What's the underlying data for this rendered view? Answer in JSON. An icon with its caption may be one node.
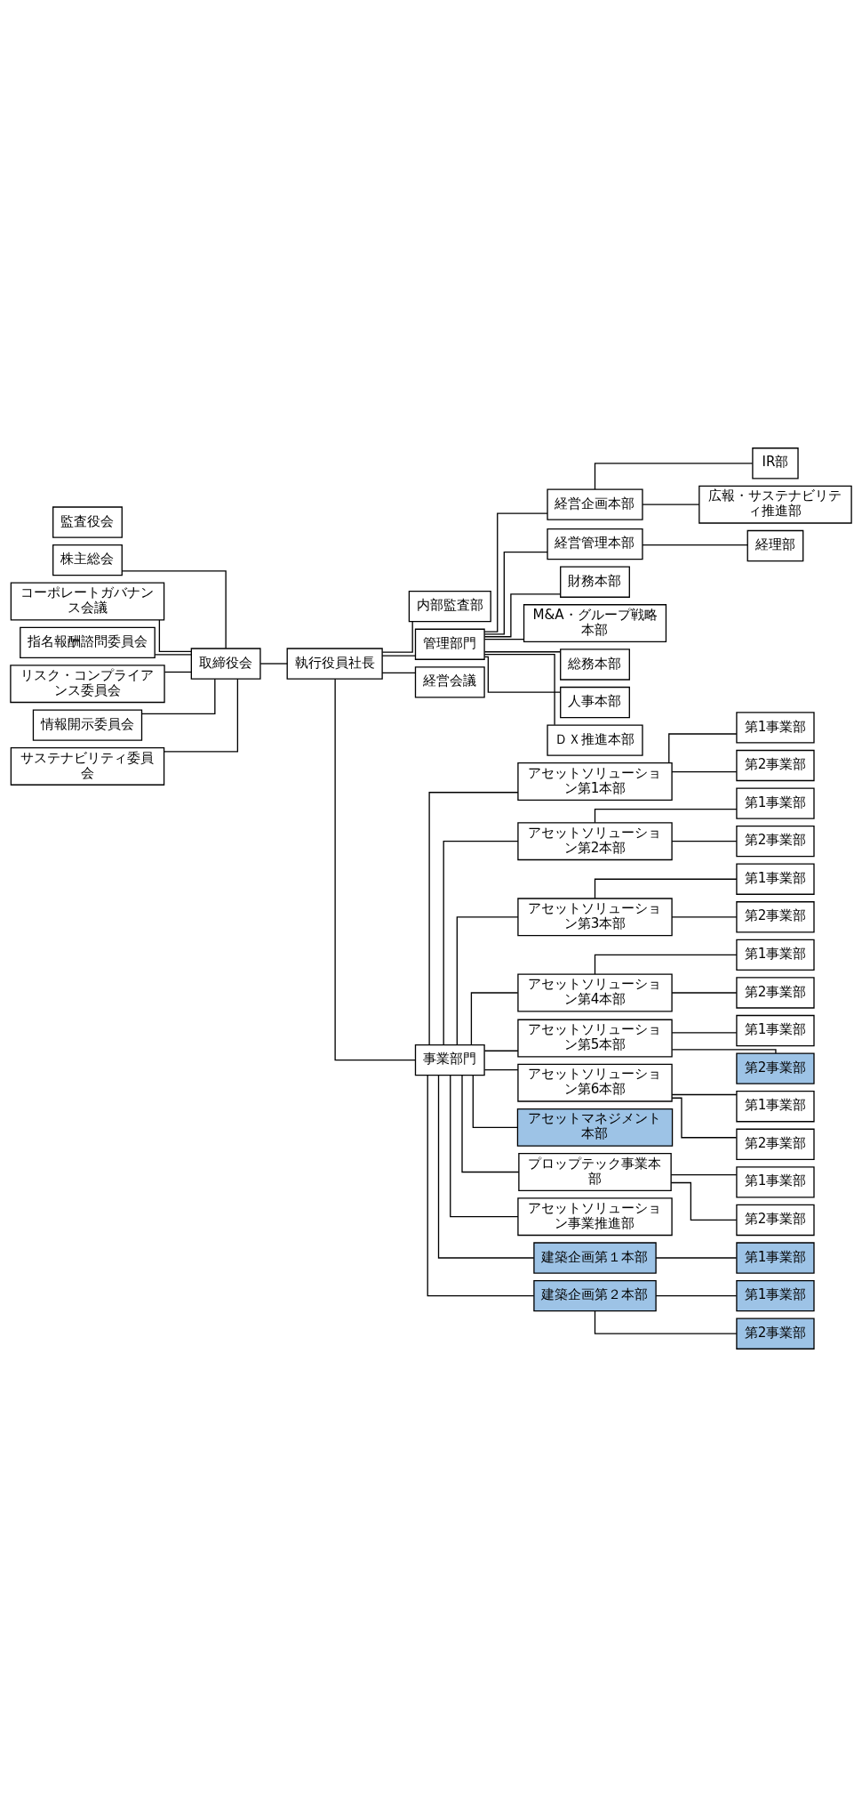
{
  "diagram": {
    "nodes": [
      {
        "text": [
          "株主総会"
        ]
      },
      {
        "text": [
          "監査役会"
        ]
      },
      {
        "text": [
          "内部監査部"
        ]
      },
      {
        "text": [
          "取締役会"
        ]
      },
      {
        "text": [
          "コーポレートガバナンス会議"
        ]
      },
      {
        "text": [
          "指名報酬諮問委員会"
        ]
      },
      {
        "text": [
          "リスク・コンプライアンス委員会"
        ]
      },
      {
        "text": [
          "情報開示委員会"
        ]
      },
      {
        "text": [
          "サステナビリティ委員会"
        ]
      },
      {
        "text": [
          "執行役員社長"
        ]
      },
      {
        "text": [
          "管理部門"
        ]
      },
      {
        "text": [
          "経営会議"
        ]
      },
      {
        "text": [
          "事業部門"
        ]
      },
      {
        "text": [
          "経営企画本部"
        ]
      },
      {
        "text": [
          "IR部"
        ]
      },
      {
        "text": [
          "広報・サステナビリティ推進部"
        ]
      },
      {
        "text": [
          "経営管理本部"
        ]
      },
      {
        "text": [
          "経理部"
        ]
      },
      {
        "text": [
          "財務本部"
        ]
      },
      {
        "text": [
          "M&A・グループ戦略本部"
        ]
      },
      {
        "text": [
          "総務本部"
        ]
      },
      {
        "text": [
          "人事本部"
        ]
      },
      {
        "text": [
          "ＤＸ推進本部"
        ]
      },
      {
        "text": [
          "アセットソリューション第1本部"
        ]
      },
      {
        "text": [
          "第1事業部"
        ]
      },
      {
        "text": [
          "第2事業部"
        ]
      },
      {
        "text": [
          "アセットソリューション第2本部"
        ]
      },
      {
        "text": [
          "第1事業部"
        ]
      },
      {
        "text": [
          "第2事業部"
        ]
      },
      {
        "text": [
          "アセットソリューション第3本部"
        ]
      },
      {
        "text": [
          "第1事業部"
        ]
      },
      {
        "text": [
          "第2事業部"
        ]
      },
      {
        "text": [
          "アセットソリューション第4本部"
        ]
      },
      {
        "text": [
          "第1事業部"
        ]
      },
      {
        "text": [
          "第2事業部"
        ]
      },
      {
        "text": [
          "アセットソリューション第5本部"
        ]
      },
      {
        "text": [
          "第1事業部"
        ]
      },
      {
        "text": [
          "第2事業部"
        ]
      },
      {
        "text": [
          "アセットソリューション第6本部"
        ]
      },
      {
        "text": [
          "第1事業部"
        ]
      },
      {
        "text": [
          "第2事業部"
        ]
      },
      {
        "text": [
          "アセットマネジメント本部"
        ]
      },
      {
        "text": [
          "プロップテック事業本部"
        ]
      },
      {
        "text": [
          "第1事業部"
        ]
      },
      {
        "text": [
          "第2事業部"
        ]
      },
      {
        "text": [
          "アセットソリューション事業推進部"
        ]
      },
      {
        "text": [
          "建築企画第１本部"
        ]
      },
      {
        "text": [
          "第1事業部"
        ]
      },
      {
        "text": [
          "建築企画第２本部"
        ]
      },
      {
        "text": [
          "第1事業部"
        ]
      },
      {
        "text": [
          "第2事業部"
        ]
      }
    ],
    "edges": [
      {
        "from": 0,
        "to": 3,
        "arrow": "none"
      },
      {
        "from": 4,
        "to": 3,
        "arrow": "none"
      },
      {
        "from": 5,
        "to": 3,
        "arrow": "none"
      },
      {
        "from": 6,
        "to": 3,
        "arrow": "none"
      },
      {
        "from": 7,
        "to": 3,
        "arrow": "none"
      },
      {
        "from": 8,
        "to": 3,
        "arrow": "none"
      },
      {
        "from": 3,
        "to": 9,
        "arrow": "none"
      },
      {
        "from": 9,
        "to": 11,
        "arrow": "none"
      },
      {
        "from": 9,
        "to": 2,
        "arrow": "none"
      },
      {
        "from": 9,
        "to": 10,
        "arrow": "none"
      },
      {
        "from": 9,
        "to": 12,
        "arrow": "none"
      },
      {
        "from": 10,
        "to": 13,
        "arrow": "none"
      },
      {
        "from": 13,
        "to": 14,
        "arrow": "none"
      },
      {
        "from": 13,
        "to": 15,
        "arrow": "none"
      },
      {
        "from": 10,
        "to": 16,
        "arrow": "none"
      },
      {
        "from": 16,
        "to": 17,
        "arrow": "none"
      },
      {
        "from": 10,
        "to": 18,
        "arrow": "none"
      },
      {
        "from": 10,
        "to": 19,
        "arrow": "none"
      },
      {
        "from": 10,
        "to": 20,
        "arrow": "none"
      },
      {
        "from": 10,
        "to": 21,
        "arrow": "none"
      },
      {
        "from": 10,
        "to": 22,
        "arrow": "none"
      },
      {
        "from": 12,
        "to": 23,
        "arrow": "none"
      },
      {
        "from": 23,
        "to": 24,
        "arrow": "none"
      },
      {
        "from": 23,
        "to": 25,
        "arrow": "none"
      },
      {
        "from": 12,
        "to": 26,
        "arrow": "none"
      },
      {
        "from": 26,
        "to": 27,
        "arrow": "none"
      },
      {
        "from": 26,
        "to": 28,
        "arrow": "none"
      },
      {
        "from": 12,
        "to": 29,
        "arrow": "none"
      },
      {
        "from": 29,
        "to": 30,
        "arrow": "none"
      },
      {
        "from": 29,
        "to": 31,
        "arrow": "none"
      },
      {
        "from": 12,
        "to": 32,
        "arrow": "none"
      },
      {
        "from": 32,
        "to": 33,
        "arrow": "none"
      },
      {
        "from": 32,
        "to": 34,
        "arrow": "none"
      },
      {
        "from": 12,
        "to": 35,
        "arrow": "none"
      },
      {
        "from": 35,
        "to": 36,
        "arrow": "none"
      },
      {
        "from": 35,
        "to": 37,
        "arrow": "none"
      },
      {
        "from": 12,
        "to": 38,
        "arrow": "none"
      },
      {
        "from": 38,
        "to": 39,
        "arrow": "none"
      },
      {
        "from": 38,
        "to": 40,
        "arrow": "none"
      },
      {
        "from": 12,
        "to": 41,
        "arrow": "none"
      },
      {
        "from": 12,
        "to": 42,
        "arrow": "none"
      },
      {
        "from": 42,
        "to": 43,
        "arrow": "none"
      },
      {
        "from": 42,
        "to": 44,
        "arrow": "none"
      },
      {
        "from": 12,
        "to": 45,
        "arrow": "none"
      },
      {
        "from": 12,
        "to": 46,
        "arrow": "none"
      },
      {
        "from": 46,
        "to": 47,
        "arrow": "none"
      },
      {
        "from": 12,
        "to": 48,
        "arrow": "none"
      },
      {
        "from": 48,
        "to": 49,
        "arrow": "none"
      },
      {
        "from": 48,
        "to": 50,
        "arrow": "none"
      }
    ]
  }
}
